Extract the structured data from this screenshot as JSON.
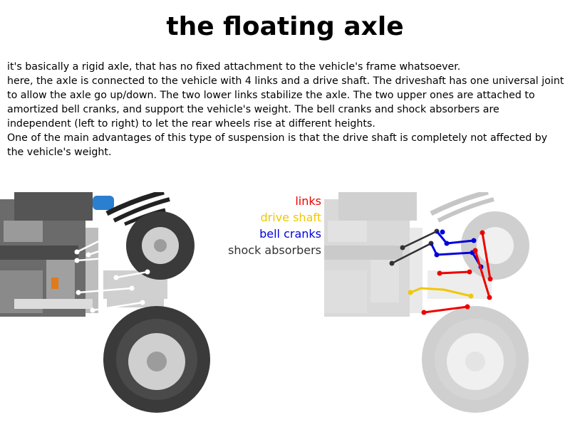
{
  "title": "the floating axle",
  "paragraphs": [
    "it's basically a rigid axle, that has no fixed attachment to the vehicle's frame whatsoever.",
    "here, the axle is connected to the vehicle with 4 links and a drive shaft. The driveshaft has one universal joint to allow the axle go up/down. The two lower links stabilize the axle. The two upper ones are attached to amortized bell cranks, and support the vehicle's weight. The bell cranks and shock absorbers are independent (left to right) to let the rear wheels rise at different heights.",
    "One of the main advantages of this type of suspension is that the drive shaft is completely not affected by the vehicle's weight."
  ],
  "legend": [
    {
      "label": "links",
      "color": "#ee0000"
    },
    {
      "label": "drive shaft",
      "color": "#f0c800"
    },
    {
      "label": "bell cranks",
      "color": "#0000dd"
    },
    {
      "label": "shock absorbers",
      "color": "#333333"
    }
  ],
  "colors": {
    "tire_dark": "#3a3a3a",
    "frame_grey": "#6b6b6b",
    "beam_light": "#c8c8c8",
    "accent_blue": "#2a7fd0",
    "accent_orange": "#e07a1a",
    "faded_grey": "#d4d4d4"
  }
}
